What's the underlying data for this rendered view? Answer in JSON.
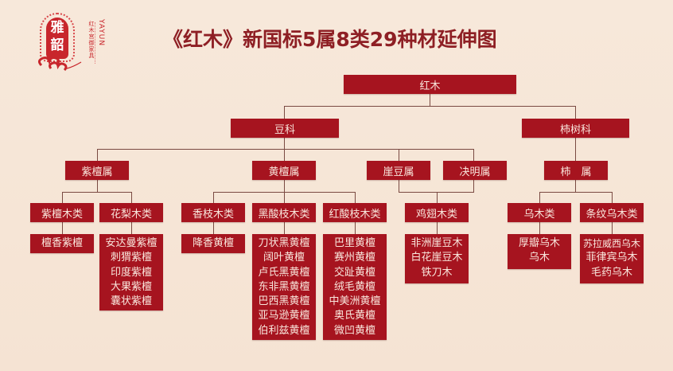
{
  "logo": {
    "seal_chars": [
      "雅",
      "韶"
    ],
    "brand_en": "YAYUN",
    "brand_cn": "红木宫御家具",
    "colors": {
      "seal": "#c8262c"
    }
  },
  "title": "《红木》新国标5属8类29种材延伸图",
  "colors": {
    "background": "#f6e5d6",
    "box_fill": "#a6141f",
    "box_text": "#f9e6dc",
    "title": "#8e1f24",
    "connector": "#7a4a42"
  },
  "tree": {
    "root": "红木",
    "families": [
      {
        "label": "豆科"
      },
      {
        "label": "柿树科"
      }
    ],
    "genera": [
      {
        "label": "紫檀属",
        "family": "豆科"
      },
      {
        "label": "黄檀属",
        "family": "豆科"
      },
      {
        "label": "崖豆属",
        "family": "豆科"
      },
      {
        "label": "决明属",
        "family": "豆科"
      },
      {
        "label": "柿　属",
        "family": "柿树科"
      }
    ],
    "classes": [
      {
        "label": "紫檀木类",
        "genus": "紫檀属",
        "species": [
          "檀香紫檀"
        ]
      },
      {
        "label": "花梨木类",
        "genus": "紫檀属",
        "species": [
          "安达曼紫檀",
          "刺猬紫檀",
          "印度紫檀",
          "大果紫檀",
          "囊状紫檀"
        ]
      },
      {
        "label": "香枝木类",
        "genus": "黄檀属",
        "species": [
          "降香黄檀"
        ]
      },
      {
        "label": "黑酸枝木类",
        "genus": "黄檀属",
        "species": [
          "刀状黑黄檀",
          "阔叶黄檀",
          "卢氏黑黄檀",
          "东非黑黄檀",
          "巴西黑黄檀",
          "亚马逊黄檀",
          "伯利兹黄檀"
        ]
      },
      {
        "label": "红酸枝木类",
        "genus": "黄檀属",
        "species": [
          "巴里黄檀",
          "赛州黄檀",
          "交趾黄檀",
          "绒毛黄檀",
          "中美洲黄檀",
          "奥氏黄檀",
          "微凹黄檀"
        ]
      },
      {
        "label": "鸡翅木类",
        "genus": "崖豆属/决明属",
        "species": [
          "非洲崖豆木",
          "白花崖豆木",
          "铁刀木"
        ]
      },
      {
        "label": "乌木类",
        "genus": "柿属",
        "species": [
          "厚瓣乌木",
          "乌木"
        ]
      },
      {
        "label": "条纹乌木类",
        "genus": "柿属",
        "species": [
          "苏拉威西乌木",
          "菲律宾乌木",
          "毛药乌木"
        ]
      }
    ]
  }
}
